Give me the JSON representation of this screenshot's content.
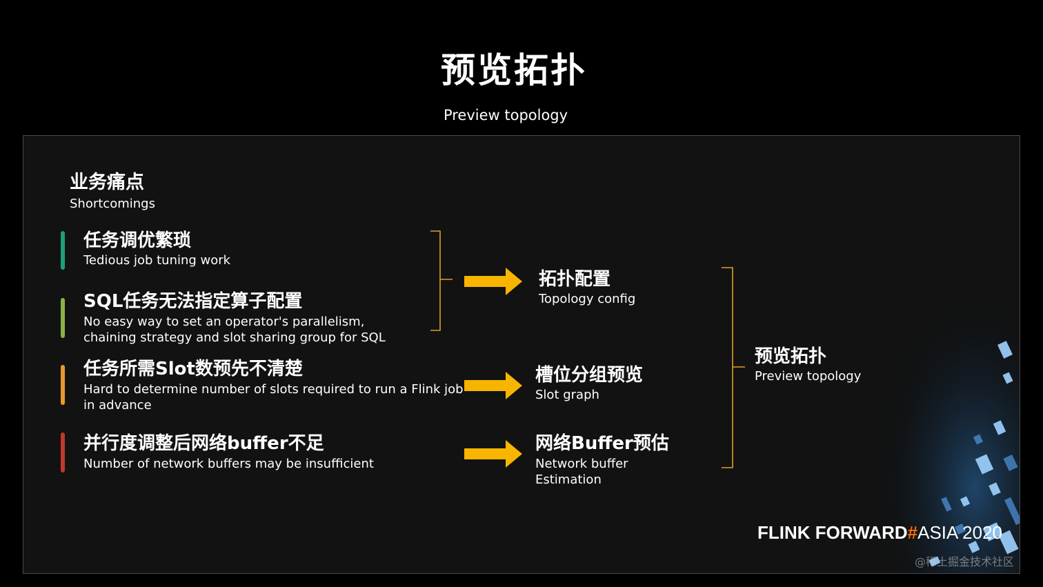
{
  "header": {
    "title": "预览拓扑",
    "subtitle": "Preview topology"
  },
  "section": {
    "title_zh": "业务痛点",
    "title_en": "Shortcomings"
  },
  "pain_points": [
    {
      "zh": "任务调优繁琐",
      "en_line1": "Tedious job tuning work",
      "en_line2": "",
      "color": "#1f9e7a"
    },
    {
      "zh": "SQL任务无法指定算子配置",
      "en_line1": "No easy way to set an operator's parallelism,",
      "en_line2": "chaining strategy and slot sharing group for SQL",
      "color": "#8bb04a"
    },
    {
      "zh": "任务所需Slot数预先不清楚",
      "en_line1": "Hard to determine number of slots required to run a Flink job",
      "en_line2": "in advance",
      "color": "#e89a2c"
    },
    {
      "zh": "并行度调整后网络buffer不足",
      "en_line1": "Number of network buffers may be insufficient",
      "en_line2": "",
      "color": "#c0392b"
    }
  ],
  "solutions": [
    {
      "zh": "拓扑配置",
      "en_line1": "Topology config",
      "en_line2": ""
    },
    {
      "zh": "槽位分组预览",
      "en_line1": "Slot graph",
      "en_line2": ""
    },
    {
      "zh": "网络Buffer预估",
      "en_line1": "Network buffer",
      "en_line2": "Estimation"
    }
  ],
  "result": {
    "zh": "预览拓扑",
    "en": "Preview topology"
  },
  "logo": {
    "flink": "FLINK",
    "forward": "FORWARD",
    "hash": "#",
    "asia": "ASIA 2020"
  },
  "watermark": "@稀土掘金技术社区",
  "colors": {
    "arrow": "#f7b500",
    "bracket": "#e0a020",
    "logo_hash": "#ff6a00",
    "background": "#121212"
  }
}
